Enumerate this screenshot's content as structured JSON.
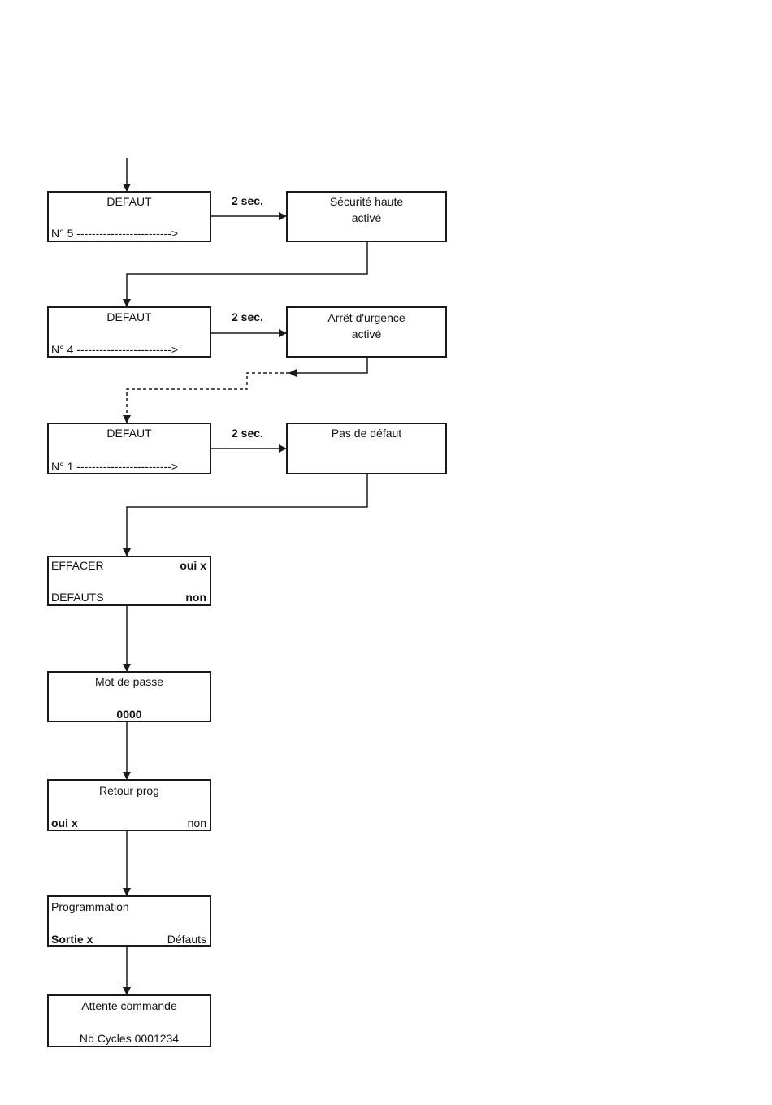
{
  "defaut_5": {
    "title": "DEFAUT",
    "number": "N° 5 ------------------------->"
  },
  "defaut_4": {
    "title": "DEFAUT",
    "number": "N° 4 ------------------------->"
  },
  "defaut_1": {
    "title": "DEFAUT",
    "number": "N° 1 ------------------------->"
  },
  "delay_label": "2 sec.",
  "secu_haute": {
    "line1": "Sécurité haute",
    "line2": "activé"
  },
  "arret_urgence": {
    "line1": "Arrêt d'urgence",
    "line2": "activé"
  },
  "pas_defaut": {
    "line1": "Pas de défaut"
  },
  "effacer": {
    "left1": "EFFACER",
    "right1": "oui x",
    "left2": "DEFAUTS",
    "right2": "non"
  },
  "mot_de_passe": {
    "title": "Mot de passe",
    "value": "0000"
  },
  "retour_prog": {
    "title": "Retour prog",
    "left": "oui  x",
    "right": "non"
  },
  "programmation": {
    "title": "Programmation",
    "left": "Sortie x",
    "right": "Défauts"
  },
  "attente": {
    "title": "Attente commande",
    "cycles": "Nb Cycles 0001234"
  }
}
